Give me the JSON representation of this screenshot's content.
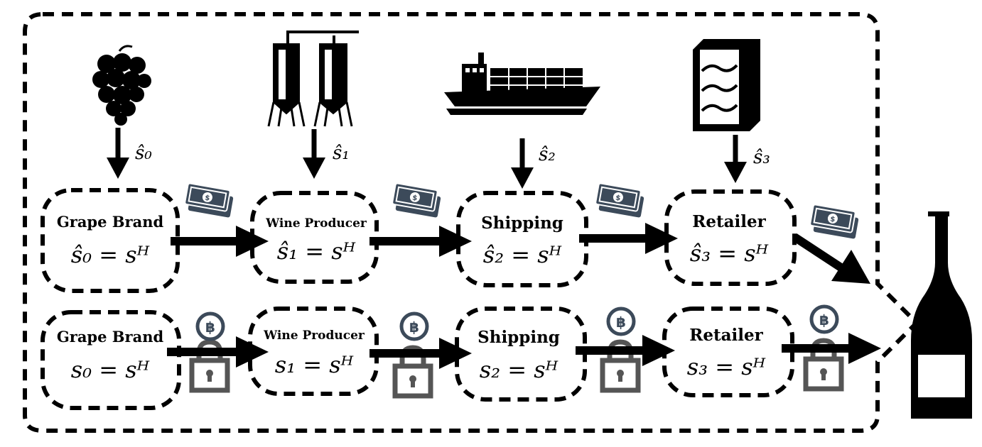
{
  "diagram": {
    "top_row": [
      {
        "title": "Grape Brand",
        "equation": "ŝ₀ = sᴴ"
      },
      {
        "title": "Wine Producer",
        "equation": "ŝ₁ = sᴴ"
      },
      {
        "title": "Shipping",
        "equation": "ŝ₂ = sᴴ"
      },
      {
        "title": "Retailer",
        "equation": "ŝ₃ = sᴴ"
      }
    ],
    "bottom_row": [
      {
        "title": "Grape Brand",
        "equation": "s₀ = sᴴ"
      },
      {
        "title": "Wine Producer",
        "equation": "s₁ = sᴴ"
      },
      {
        "title": "Shipping",
        "equation": "s₂ = sᴴ"
      },
      {
        "title": "Retailer",
        "equation": "s₃ = sᴴ"
      }
    ],
    "signal_labels": [
      "ŝ₀",
      "ŝ₁",
      "ŝ₂",
      "ŝ₃"
    ],
    "icons": {
      "stages": [
        "grape-icon",
        "fermentation-tanks-icon",
        "cargo-ship-icon",
        "wine-cabinet-icon"
      ],
      "payment": "money-icon",
      "token": "bitcoin-icon",
      "lock": "padlock-icon",
      "product": "wine-bottle-icon"
    },
    "colors": {
      "ink": "#000000",
      "money": "#3c4a5a",
      "lock": "#555555",
      "coin": "#3c4a5a"
    }
  }
}
